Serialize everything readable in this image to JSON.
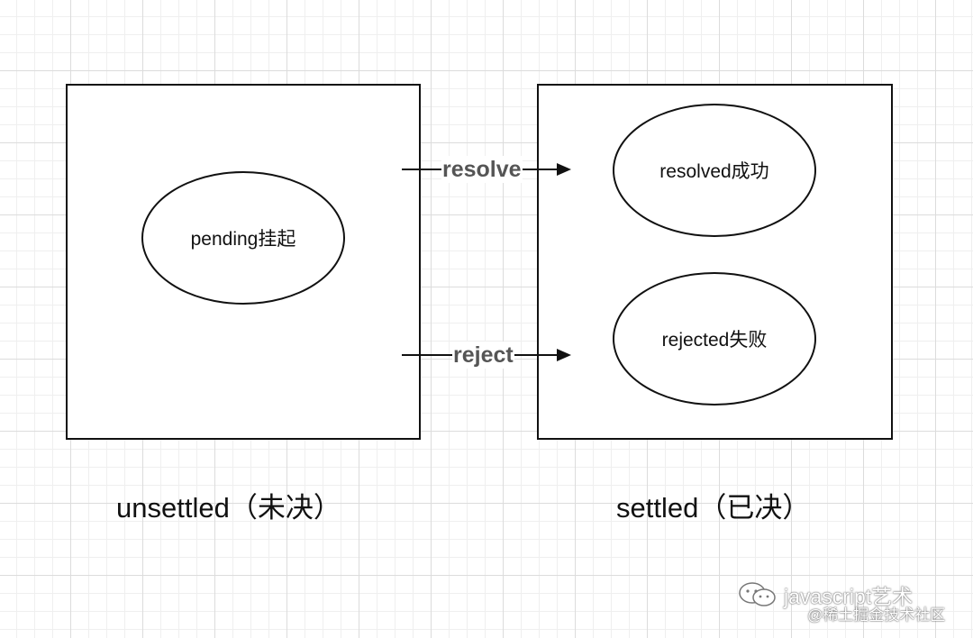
{
  "diagram": {
    "states": {
      "pending": "pending挂起",
      "resolved": "resolved成功",
      "rejected": "rejected失败"
    },
    "edges": {
      "resolve": "resolve",
      "reject": "reject"
    },
    "groups": {
      "unsettled": "unsettled（未决）",
      "settled": "settled（已决）"
    }
  },
  "watermark": {
    "line1": "javascript艺术",
    "line2": "@稀土掘金技术社区",
    "icon": "wechat-icon"
  }
}
